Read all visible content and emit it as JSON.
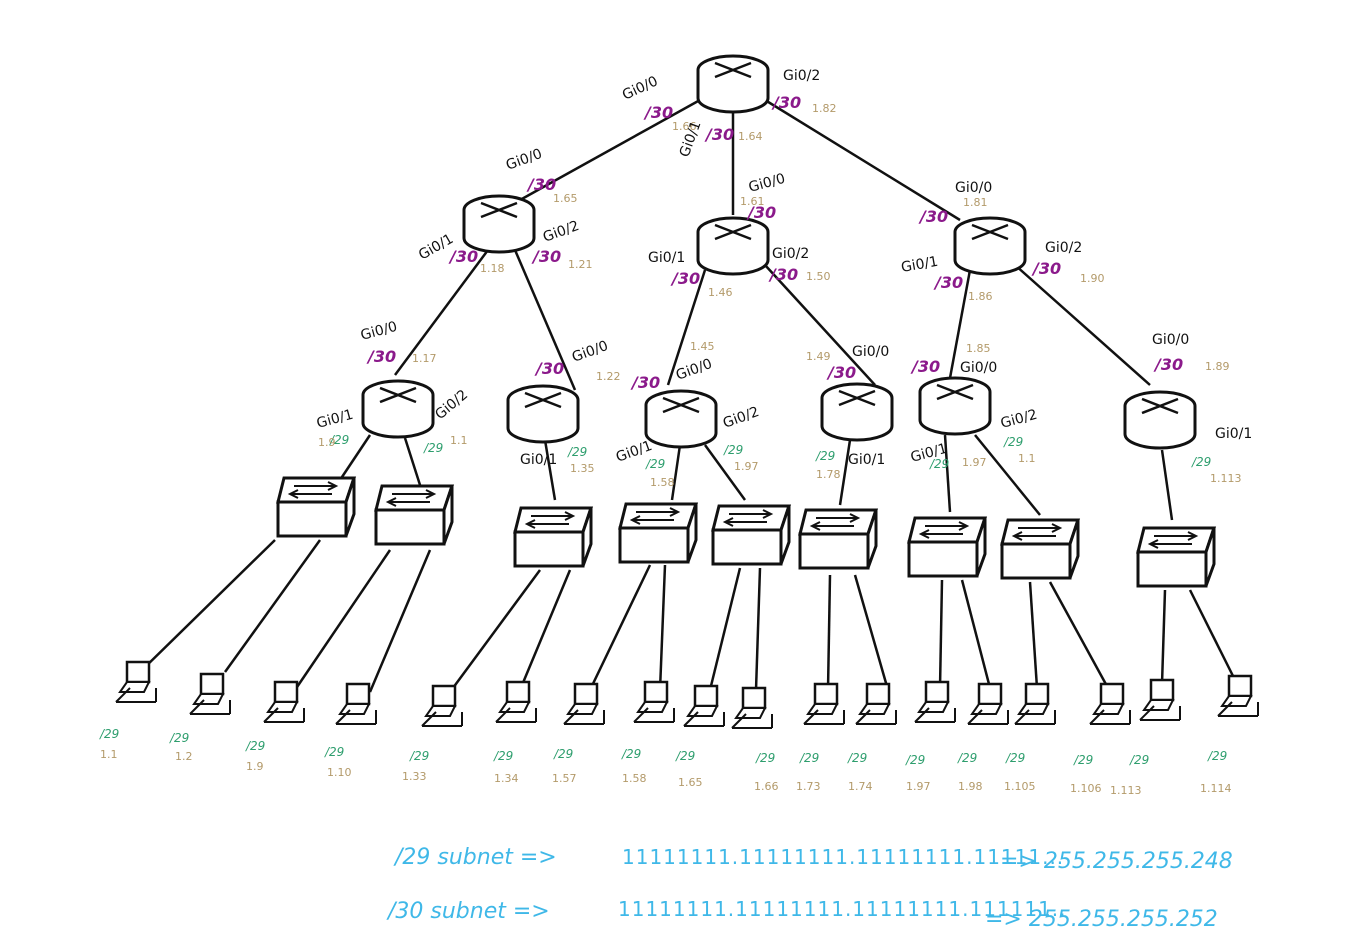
{
  "colors": {
    "ink": "#111111",
    "mask_130": "#8b1a8b",
    "mask_129": "#2e9e6e",
    "ip_text": "#b39a6a",
    "legend": "#3fb8e8"
  },
  "core_labels": {
    "if_left": "Gi0/0",
    "mask_left": "/30",
    "ip_left": "1.66",
    "if_right": "Gi0/2",
    "mask_right": "/30",
    "ip_right": "1.82",
    "if_mid": "Gi0/1",
    "mask_mid": "/30",
    "ip_mid": "1.64"
  },
  "dist_left": {
    "if_up": "Gi0/0",
    "mask_up": "/30",
    "ip_up": "1.65",
    "if_l": "Gi0/1",
    "mask_l": "/30",
    "ip_l": "1.18",
    "if_r": "Gi0/2",
    "mask_r": "/30",
    "ip_r": "1.21"
  },
  "dist_mid": {
    "if_up": "Gi0/0",
    "mask_up": "/30",
    "ip_up": "1.61",
    "if_l": "Gi0/1",
    "mask_l": "/30",
    "ip_l": "1.46",
    "if_r": "Gi0/2",
    "mask_r": "/30",
    "ip_r": "1.50"
  },
  "dist_right": {
    "if_up": "Gi0/0",
    "mask_up": "/30",
    "ip_up": "1.81",
    "if_l": "Gi0/1",
    "mask_l": "/30",
    "ip_l": "1.86",
    "if_r": "Gi0/2",
    "mask_r": "/30",
    "ip_r": "1.90"
  },
  "access": [
    {
      "if_up": "Gi0/0",
      "mask_up": "/30",
      "ip_up": "1.17",
      "if_a": "Gi0/1",
      "mask_a": "/29",
      "ip_a": "1.9",
      "if_b": "Gi0/2",
      "mask_b": "/29",
      "ip_b": "1.1"
    },
    {
      "if_up": "Gi0/0",
      "mask_up": "/30",
      "ip_up": "1.22",
      "if_a": "Gi0/1",
      "mask_a": "/29",
      "ip_a": "1.35"
    },
    {
      "if_up": "Gi0/0",
      "mask_up": "/30",
      "ip_up": "1.45",
      "if_a": "Gi0/1",
      "mask_a": "/29",
      "ip_a": "1.58",
      "if_b": "Gi0/2",
      "mask_b": "/29",
      "ip_b": "1.97"
    },
    {
      "if_up": "Gi0/0",
      "mask_up": "/30",
      "ip_up": "1.49",
      "if_a": "Gi0/1",
      "mask_a": "/29",
      "ip_a": "1.78"
    },
    {
      "if_up": "Gi0/0",
      "mask_up": "/30",
      "ip_up": "1.85",
      "if_a": "Gi0/1",
      "mask_a": "/29",
      "ip_a": "1.97",
      "if_b": "Gi0/2",
      "mask_b": "/29",
      "ip_b": "1.1"
    },
    {
      "if_up": "Gi0/0",
      "mask_up": "/30",
      "ip_up": "1.89",
      "if_a": "Gi0/1",
      "mask_a": "/29",
      "ip_a": "1.113"
    }
  ],
  "pcs": [
    {
      "mask": "/29",
      "ip": "1.1"
    },
    {
      "mask": "/29",
      "ip": "1.2"
    },
    {
      "mask": "/29",
      "ip": "1.9"
    },
    {
      "mask": "/29",
      "ip": "1.10"
    },
    {
      "mask": "/29",
      "ip": "1.33"
    },
    {
      "mask": "/29",
      "ip": "1.34"
    },
    {
      "mask": "/29",
      "ip": "1.57"
    },
    {
      "mask": "/29",
      "ip": "1.58"
    },
    {
      "mask": "/29",
      "ip": "1.65"
    },
    {
      "mask": "/29",
      "ip": "1.66"
    },
    {
      "mask": "/29",
      "ip": "1.73"
    },
    {
      "mask": "/29",
      "ip": "1.74"
    },
    {
      "mask": "/29",
      "ip": "1.97"
    },
    {
      "mask": "/29",
      "ip": "1.98"
    },
    {
      "mask": "/29",
      "ip": "1.105"
    },
    {
      "mask": "/29",
      "ip": "1.106"
    },
    {
      "mask": "/29",
      "ip": "1.113"
    },
    {
      "mask": "/29",
      "ip": "1.114"
    }
  ],
  "legend": {
    "row1_label": "/29 subnet =>",
    "row1_bits": "11111111.11111111.11111111.11111...",
    "row1_mask": "=> 255.255.255.248",
    "row2_label": "/30 subnet =>",
    "row2_bits": "11111111.11111111.11111111.111111..",
    "row2_mask": "=> 255.255.255.252"
  }
}
